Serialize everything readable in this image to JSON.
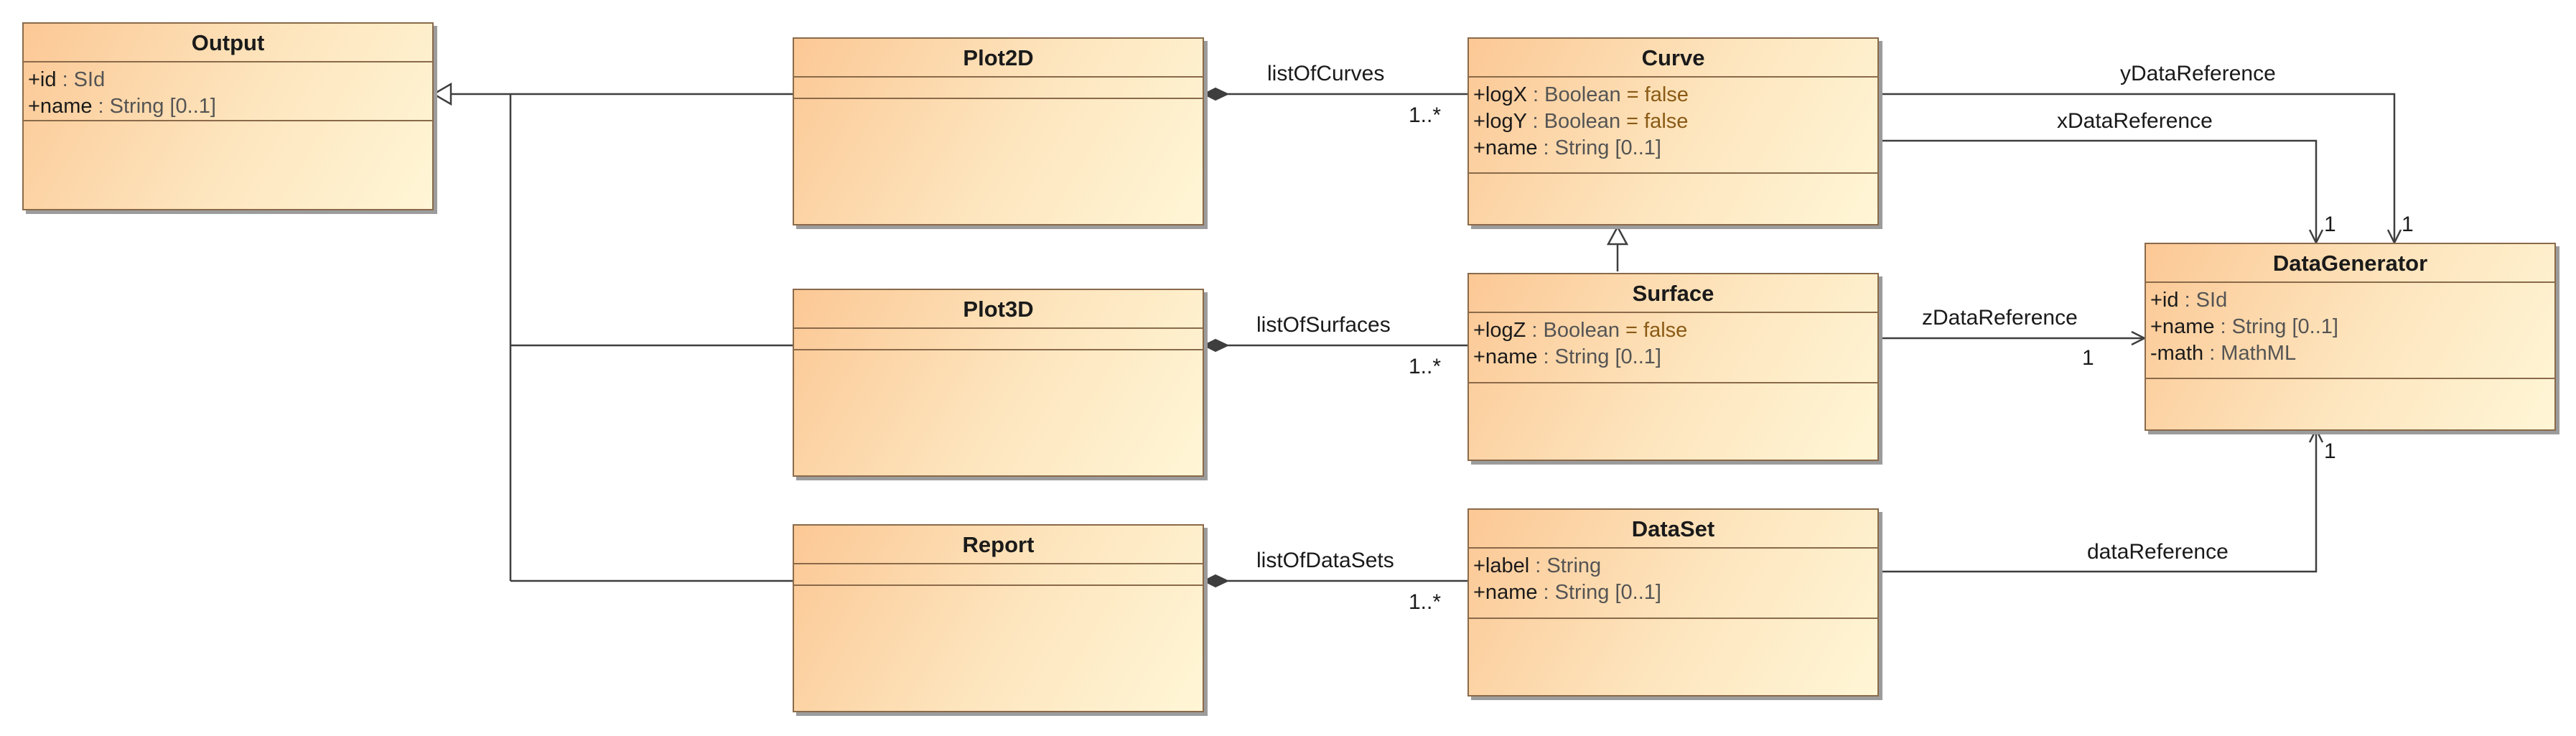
{
  "classes": {
    "output": {
      "name": "Output",
      "attributes": [
        {
          "name": "+id",
          "type": " : SId",
          "default": ""
        },
        {
          "name": "+name",
          "type": " : String [0..1]",
          "default": ""
        }
      ]
    },
    "plot2d": {
      "name": "Plot2D",
      "attributes": []
    },
    "plot3d": {
      "name": "Plot3D",
      "attributes": []
    },
    "report": {
      "name": "Report",
      "attributes": []
    },
    "curve": {
      "name": "Curve",
      "attributes": [
        {
          "name": "+logX",
          "type": " : Boolean",
          "default": " = false"
        },
        {
          "name": "+logY",
          "type": " : Boolean",
          "default": " = false"
        },
        {
          "name": "+name",
          "type": " : String [0..1]",
          "default": ""
        }
      ]
    },
    "surface": {
      "name": "Surface",
      "attributes": [
        {
          "name": "+logZ",
          "type": " : Boolean",
          "default": " = false"
        },
        {
          "name": "+name",
          "type": " : String [0..1]",
          "default": ""
        }
      ]
    },
    "dataset": {
      "name": "DataSet",
      "attributes": [
        {
          "name": "+label",
          "type": " : String",
          "default": ""
        },
        {
          "name": "+name",
          "type": " : String [0..1]",
          "default": ""
        }
      ]
    },
    "datagenerator": {
      "name": "DataGenerator",
      "attributes": [
        {
          "name": "+id",
          "type": " : SId",
          "default": ""
        },
        {
          "name": "+name",
          "type": " : String [0..1]",
          "default": ""
        },
        {
          "name": "-math",
          "type": " : MathML",
          "default": ""
        }
      ]
    }
  },
  "associations": {
    "list_of_curves": {
      "label": "listOfCurves",
      "multiplicity": "1..*"
    },
    "list_of_surfaces": {
      "label": "listOfSurfaces",
      "multiplicity": "1..*"
    },
    "list_of_datasets": {
      "label": "listOfDataSets",
      "multiplicity": "1..*"
    },
    "y_data_reference": {
      "label": "yDataReference",
      "multiplicity": "1"
    },
    "x_data_reference": {
      "label": "xDataReference",
      "multiplicity": "1"
    },
    "z_data_reference": {
      "label": "zDataReference",
      "multiplicity": "1"
    },
    "data_reference": {
      "label": "dataReference",
      "multiplicity": "1"
    }
  }
}
